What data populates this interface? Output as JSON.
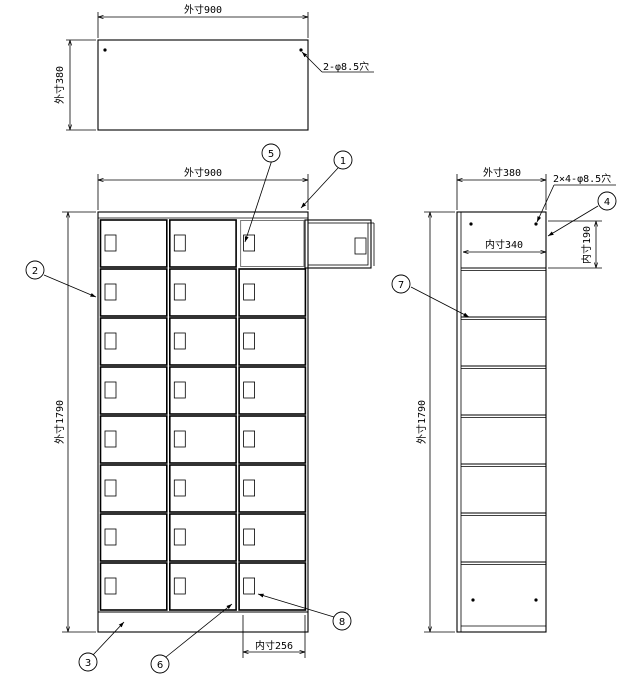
{
  "top_view": {
    "width_label": "外寸900",
    "depth_label": "外寸380",
    "hole_label": "2-φ8.5穴"
  },
  "front_view": {
    "width_label": "外寸900",
    "height_label": "外寸1790",
    "inner_width_label": "内寸256",
    "columns": 3,
    "rows": 8
  },
  "side_view": {
    "depth_label": "外寸380",
    "height_label": "外寸1790",
    "inner_depth_label": "内寸340",
    "inner_height_label": "内寸190",
    "hole_label": "2×4-φ8.5穴"
  },
  "callouts": [
    "1",
    "2",
    "3",
    "4",
    "5",
    "6",
    "7",
    "8"
  ]
}
